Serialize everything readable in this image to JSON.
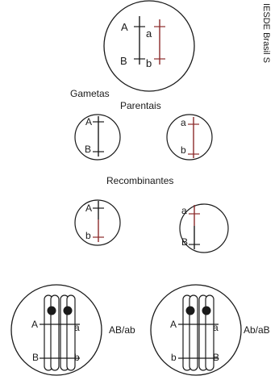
{
  "credit": "IESDE Brasil S",
  "colors": {
    "dark": "#1a1a1a",
    "red": "#8b2a2a"
  },
  "top_cell": {
    "left_upper": "A",
    "left_lower": "B",
    "right_upper": "a",
    "right_lower": "b"
  },
  "heading_gametas": "Gametas",
  "heading_parentais": "Parentais",
  "parental_1": {
    "upper": "A",
    "lower": "B"
  },
  "parental_2": {
    "upper": "a",
    "lower": "b"
  },
  "heading_recombinantes": "Recombinantes",
  "recombinant_1": {
    "upper": "A",
    "lower": "b"
  },
  "recombinant_2": {
    "upper": "a",
    "lower": "B"
  },
  "bottom_1": {
    "left_upper": "A",
    "right_upper": "a",
    "left_lower": "B",
    "right_lower": "b",
    "genotype": "AB/ab"
  },
  "bottom_2": {
    "left_upper": "A",
    "right_upper": "a",
    "left_lower": "b",
    "right_lower": "B",
    "genotype": "Ab/aB"
  }
}
